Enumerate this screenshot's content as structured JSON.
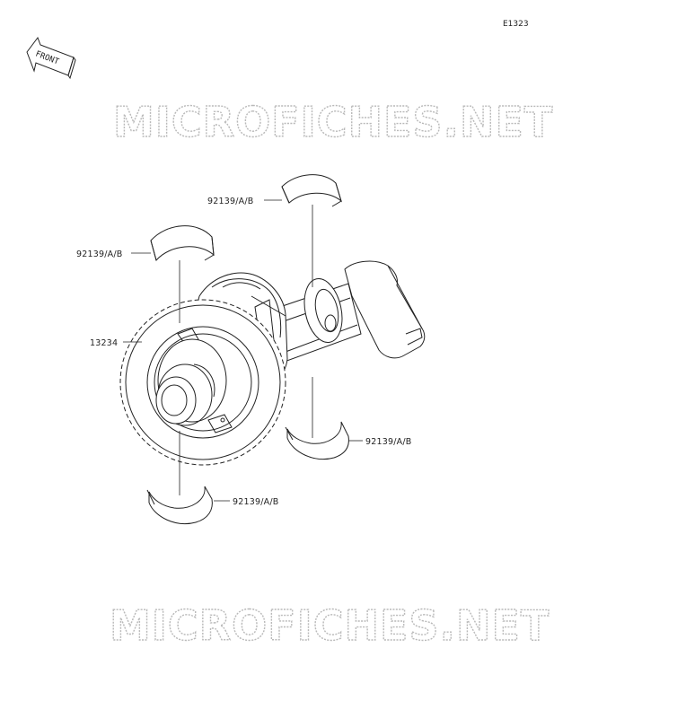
{
  "diagram_code": "E1323",
  "front_label": "FRONT",
  "watermark": "MICROFICHES.NET",
  "callouts": {
    "bearing_top_right": "92139/A/B",
    "bearing_top_left": "92139/A/B",
    "gear": "13234",
    "bearing_bottom_right": "92139/A/B",
    "bearing_bottom_left": "92139/A/B"
  }
}
